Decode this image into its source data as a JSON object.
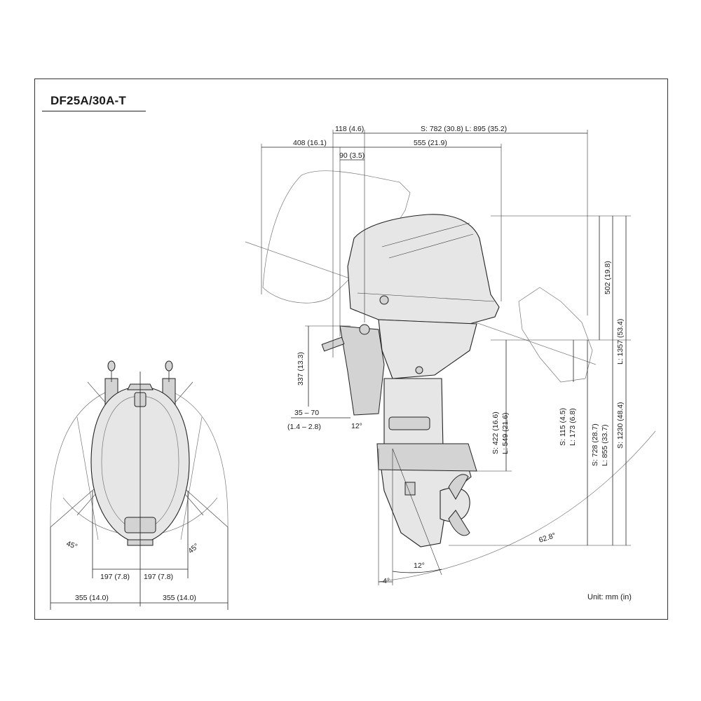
{
  "title": "DF25A/30A-T",
  "unit": "Unit: mm (in)",
  "labels": {
    "top_118": "118 (4.6)",
    "top_total": "S: 782 (30.8)   L: 895 (35.2)",
    "top_408": "408 (16.1)",
    "top_555": "555 (21.9)",
    "top_90": "90 (3.5)",
    "h_502": "502 (19.8)",
    "h_1357": "L: 1357 (53.4)",
    "h_1230": "S: 1230 (48.4)",
    "h_337": "337 (13.3)",
    "h_35_70": "35 – 70",
    "h_35_70_in": "(1.4 – 2.8)",
    "angle_12_top": "12°",
    "h_422": "S: 422 (16.6)",
    "h_549": "L: 549 (21.6)",
    "h_115": "S: 115 (4.5)",
    "h_173": "L: 173 (6.8)",
    "h_728": "S: 728 (28.7)",
    "h_855": "L: 855 (33.7)",
    "angle_628": "62.8°",
    "angle_12_bottom": "12°",
    "angle_4": "4°",
    "angle_45_left": "45°",
    "angle_45_right": "45°",
    "w_197_left": "197 (7.8)",
    "w_197_right": "197 (7.8)",
    "w_355_left": "355 (14.0)",
    "w_355_right": "355 (14.0)"
  }
}
